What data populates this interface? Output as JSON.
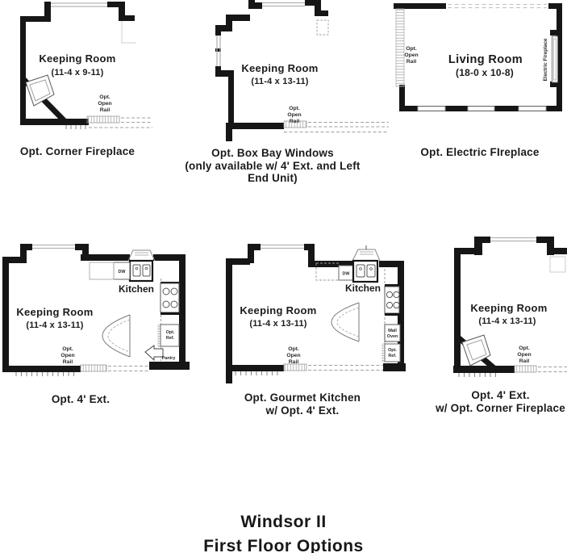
{
  "sheet": {
    "title_line1": "Windsor II",
    "title_line2": "First Floor Options"
  },
  "labels": {
    "opt": "Opt.",
    "open": "Open",
    "rail": "Rail",
    "dw": "DW",
    "kitchen": "Kitchen",
    "wall": "Wall",
    "oven": "Oven",
    "ref": "Ref.",
    "pantry": "Pantry",
    "electric_fireplace": "Electric Fireplace"
  },
  "plans": [
    {
      "id": "opt-corner-fireplace",
      "room": "Keeping Room",
      "dims": "(11-4 x 9-11)",
      "caption": [
        "Opt. Corner Fireplace"
      ]
    },
    {
      "id": "opt-box-bay-windows",
      "room": "Keeping Room",
      "dims": "(11-4 x 13-11)",
      "caption": [
        "Opt. Box Bay Windows",
        "(only available w/ 4' Ext. and Left",
        "End Unit)"
      ]
    },
    {
      "id": "opt-electric-fireplace",
      "room": "Living Room",
      "dims": "(18-0 x 10-8)",
      "caption": [
        "Opt. Electric FIreplace"
      ]
    },
    {
      "id": "opt-4ft-ext",
      "room": "Keeping Room",
      "dims": "(11-4 x 13-11)",
      "caption": [
        "Opt. 4' Ext."
      ]
    },
    {
      "id": "opt-gourmet-kitchen",
      "room": "Keeping Room",
      "dims": "(11-4 x 13-11)",
      "caption": [
        "Opt. Gourmet Kitchen",
        "w/ Opt. 4' Ext."
      ]
    },
    {
      "id": "opt-4ft-ext-corner-fireplace",
      "room": "Keeping Room",
      "dims": "(11-4 x 13-11)",
      "caption": [
        "Opt. 4' Ext.",
        "w/ Opt. Corner Fireplace"
      ]
    }
  ],
  "colors": {
    "wall": "#161616",
    "thin_line": "#555555",
    "window": "#b3b3b3",
    "dash": "#9f9f9f"
  }
}
